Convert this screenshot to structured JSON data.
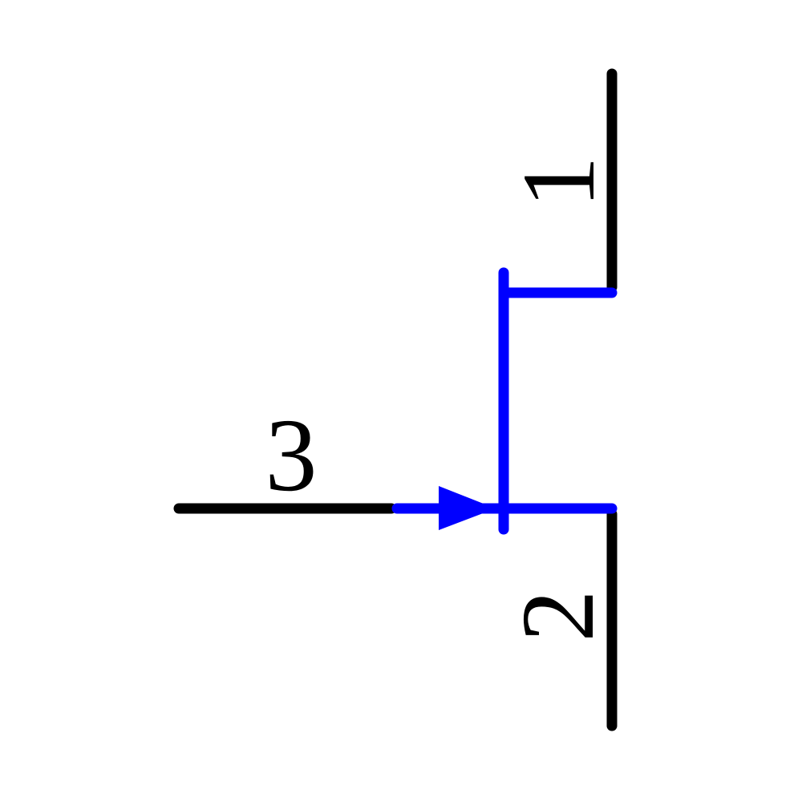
{
  "figure": {
    "type": "schematic-symbol",
    "background": "#ffffff",
    "colors": {
      "pin_lead": "#000000",
      "symbol_body": "#0000ff",
      "label_text": "#000000"
    },
    "pin_labels": {
      "pin1": "1",
      "pin2": "2",
      "pin3": "3"
    }
  }
}
